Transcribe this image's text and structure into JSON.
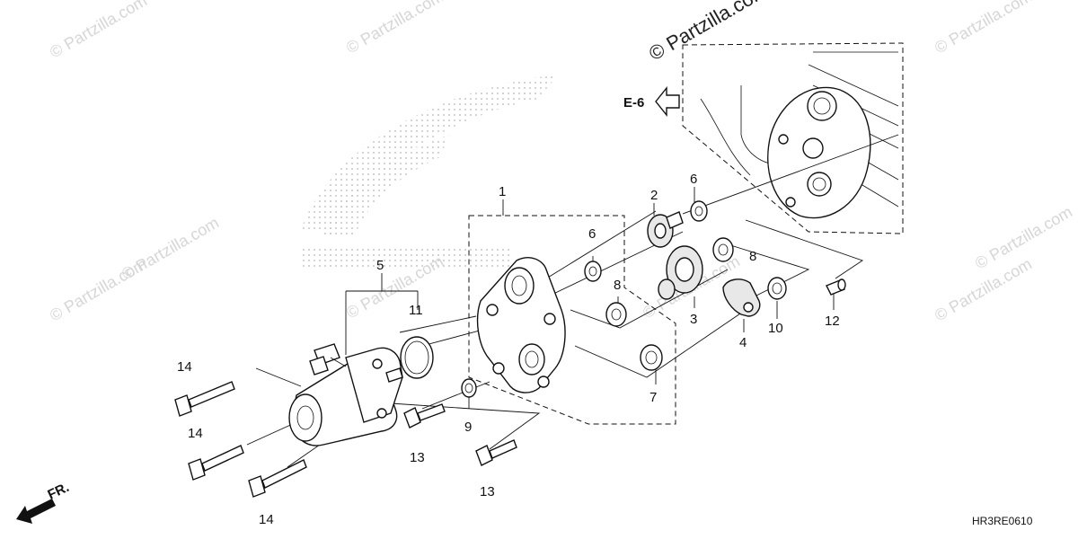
{
  "watermarks": {
    "main": "© Partzilla.com",
    "repeat": "© Partzilla.com"
  },
  "labels": {
    "p1": "1",
    "p2": "2",
    "p3": "3",
    "p4": "4",
    "p5": "5",
    "p6a": "6",
    "p6b": "6",
    "p7": "7",
    "p8a": "8",
    "p8b": "8",
    "p9": "9",
    "p10": "10",
    "p11": "11",
    "p12": "12",
    "p13a": "13",
    "p13b": "13",
    "p14a": "14",
    "p14b": "14",
    "p14c": "14"
  },
  "reference": "E-6",
  "front_marker": "FR.",
  "diagram_code": "HR3RE0610"
}
